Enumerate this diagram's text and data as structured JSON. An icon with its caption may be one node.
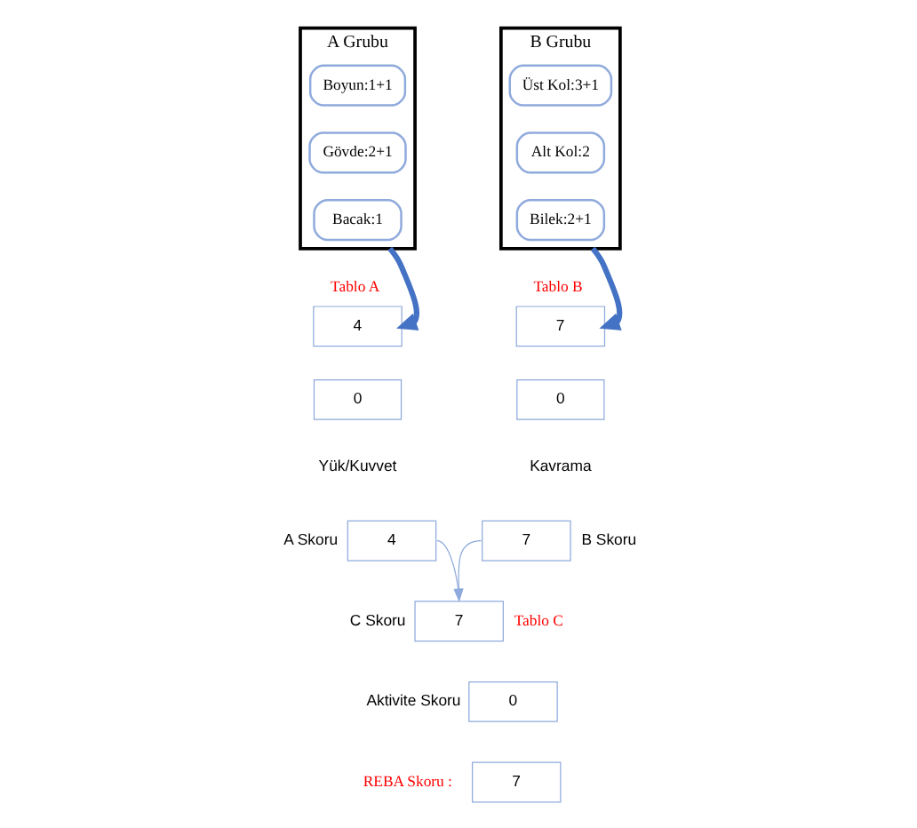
{
  "diagram": {
    "nodes": [
      {
        "text": [
          "A Grubu"
        ]
      },
      {
        "text": [
          "Boyun:1+1"
        ],
        "in": 0
      },
      {
        "text": [
          "Gövde:2+1"
        ],
        "in": 0
      },
      {
        "text": [
          "Bacak:1"
        ],
        "in": 0
      },
      {
        "text": [
          "4"
        ],
        "beside": [
          "Tablo A"
        ]
      },
      {
        "text": [
          "7"
        ],
        "beside": [
          "Tablo B"
        ]
      },
      {
        "text": [
          "B Grubu"
        ]
      },
      {
        "text": [
          "Üst Kol:3+1"
        ],
        "in": 6
      },
      {
        "text": [
          "Alt Kol:2"
        ],
        "in": 6
      },
      {
        "text": [
          "Bilek:2+1"
        ],
        "in": 6
      },
      {
        "text": [
          "0"
        ]
      },
      {
        "text": [
          "0"
        ]
      },
      {
        "text": [
          "4"
        ],
        "beside": [
          "A Skoru"
        ]
      },
      {
        "text": [
          "7"
        ],
        "beside": [
          "B Skoru"
        ]
      },
      {
        "text": [
          "7"
        ],
        "beside": [
          "C Skoru",
          "Tablo C"
        ]
      },
      {
        "text": [
          "0"
        ],
        "beside": [
          "Aktivite Skoru"
        ]
      },
      {
        "text": [
          "7"
        ],
        "beside": [
          "REBA Skoru :"
        ]
      }
    ],
    "edges": [
      {
        "from": 0,
        "to": 4,
        "arrow": "to",
        "style": "thick",
        "color": "#4472c4"
      },
      {
        "from": 6,
        "to": 5,
        "arrow": "to",
        "style": "thick",
        "color": "#4472c4"
      },
      {
        "from": 12,
        "to": 14,
        "arrow": "to"
      },
      {
        "from": 13,
        "to": 14,
        "arrow": "to"
      }
    ],
    "labels": [
      "Yük/Kuvvet",
      "Kavrama"
    ]
  }
}
